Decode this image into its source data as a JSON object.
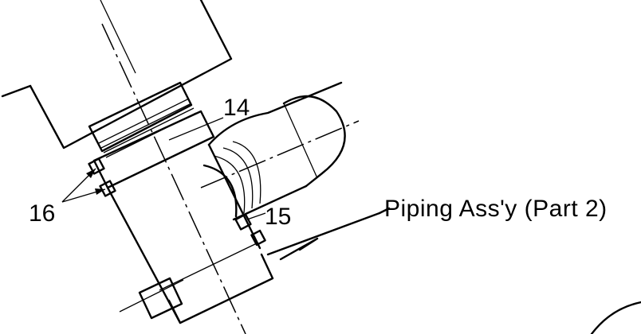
{
  "labels": {
    "part_14": "14",
    "part_15": "15",
    "part_16": "16",
    "caption": "Piping Ass'y (Part 2)"
  }
}
